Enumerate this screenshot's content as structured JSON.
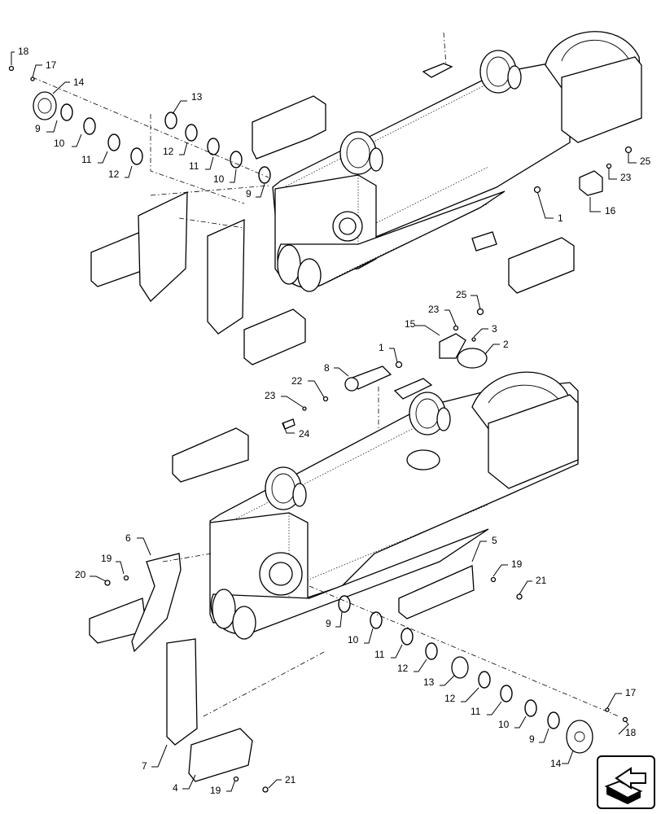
{
  "diagram": {
    "callouts_upper": [
      "18",
      "17",
      "14",
      "9",
      "10",
      "11",
      "12",
      "13",
      "12",
      "11",
      "10",
      "9",
      "25",
      "23",
      "16",
      "1",
      "25",
      "23",
      "15",
      "3",
      "2",
      "1",
      "8",
      "22",
      "23",
      "24"
    ],
    "callouts_lower": [
      "6",
      "19",
      "20",
      "5",
      "19",
      "21",
      "9",
      "10",
      "11",
      "12",
      "13",
      "12",
      "11",
      "10",
      "9",
      "17",
      "18",
      "14",
      "7",
      "4",
      "19",
      "21"
    ]
  },
  "labels": {
    "c18a": "18",
    "c17a": "17",
    "c14a": "14",
    "c9a": "9",
    "c10a": "10",
    "c11a": "11",
    "c12a": "12",
    "c13a": "13",
    "c12b": "12",
    "c11b": "11",
    "c10b": "10",
    "c9b": "9",
    "c25a": "25",
    "c23a": "23",
    "c16": "16",
    "c1a": "1",
    "c25b": "25",
    "c23b": "23",
    "c15": "15",
    "c3": "3",
    "c2": "2",
    "c1b": "1",
    "c8": "8",
    "c22": "22",
    "c23c": "23",
    "c24": "24",
    "c6": "6",
    "c19a": "19",
    "c20": "20",
    "c5": "5",
    "c19b": "19",
    "c21a": "21",
    "c9c": "9",
    "c10c": "10",
    "c11c": "11",
    "c12c": "12",
    "c13b": "13",
    "c12d": "12",
    "c11d": "11",
    "c10d": "10",
    "c9d": "9",
    "c17b": "17",
    "c18b": "18",
    "c14b": "14",
    "c7": "7",
    "c4": "4",
    "c19c": "19",
    "c21b": "21"
  },
  "icons": {
    "nav": "next-page-arrow-icon"
  }
}
